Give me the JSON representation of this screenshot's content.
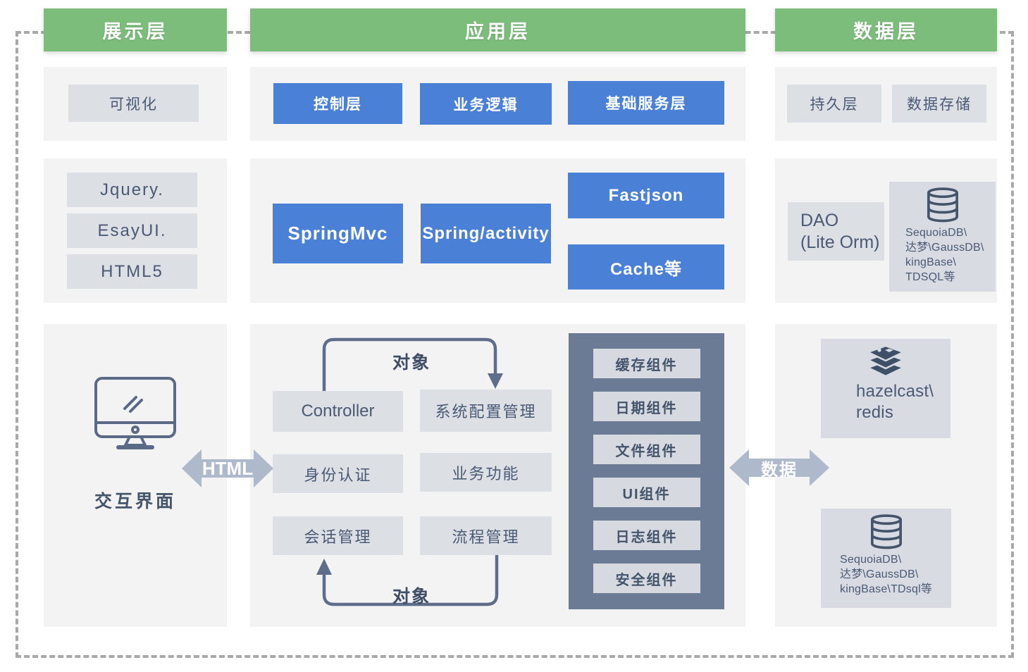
{
  "colors": {
    "header_green": "#7cbd7b",
    "box_blue": "#4b80d7",
    "panel_gray": "#f3f3f4",
    "box_gray": "#dcdfe4",
    "dark_panel": "#6b7b96",
    "dark_panel_item": "#d6dae0",
    "arrow_gray": "#aeb9cc",
    "flow_line": "#5e6d8a",
    "text_dark": "#4a5a75"
  },
  "presentation": {
    "header": "展示层",
    "visualization": "可视化",
    "tech_stack": [
      "Jquery.",
      "EsayUI.",
      "HTML5"
    ],
    "interaction_label": "交互界面"
  },
  "application": {
    "header": "应用层",
    "top_boxes": [
      "控制层",
      "业务逻辑",
      "基础服务层"
    ],
    "frameworks": [
      "SpringMvc",
      "Spring/activity",
      "Fastjson",
      "Cache等"
    ],
    "flow": {
      "controller": "Controller",
      "system_config": "系统配置管理",
      "auth": "身份认证",
      "business": "业务功能",
      "session": "会话管理",
      "process": "流程管理",
      "object_top": "对象",
      "object_bottom": "对象"
    },
    "components": [
      "缓存组件",
      "日期组件",
      "文件组件",
      "UI组件",
      "日志组件",
      "安全组件"
    ]
  },
  "data_layer": {
    "header": "数据层",
    "top_boxes": [
      "持久层",
      "数据存储"
    ],
    "dao": {
      "lines": [
        "DAO",
        "(Lite Orm)"
      ]
    },
    "db_top": {
      "lines": [
        "SequoiaDB\\",
        "达梦\\GaussDB\\",
        "kingBase\\",
        "TDSQL等"
      ]
    },
    "cache_db": {
      "lines": [
        "hazelcast\\",
        "redis"
      ]
    },
    "db_bottom": {
      "lines": [
        "SequoiaDB\\",
        "达梦\\GaussDB\\",
        "kingBase\\TDsql等"
      ]
    }
  },
  "arrows": {
    "html": "HTML",
    "data": "数据"
  }
}
